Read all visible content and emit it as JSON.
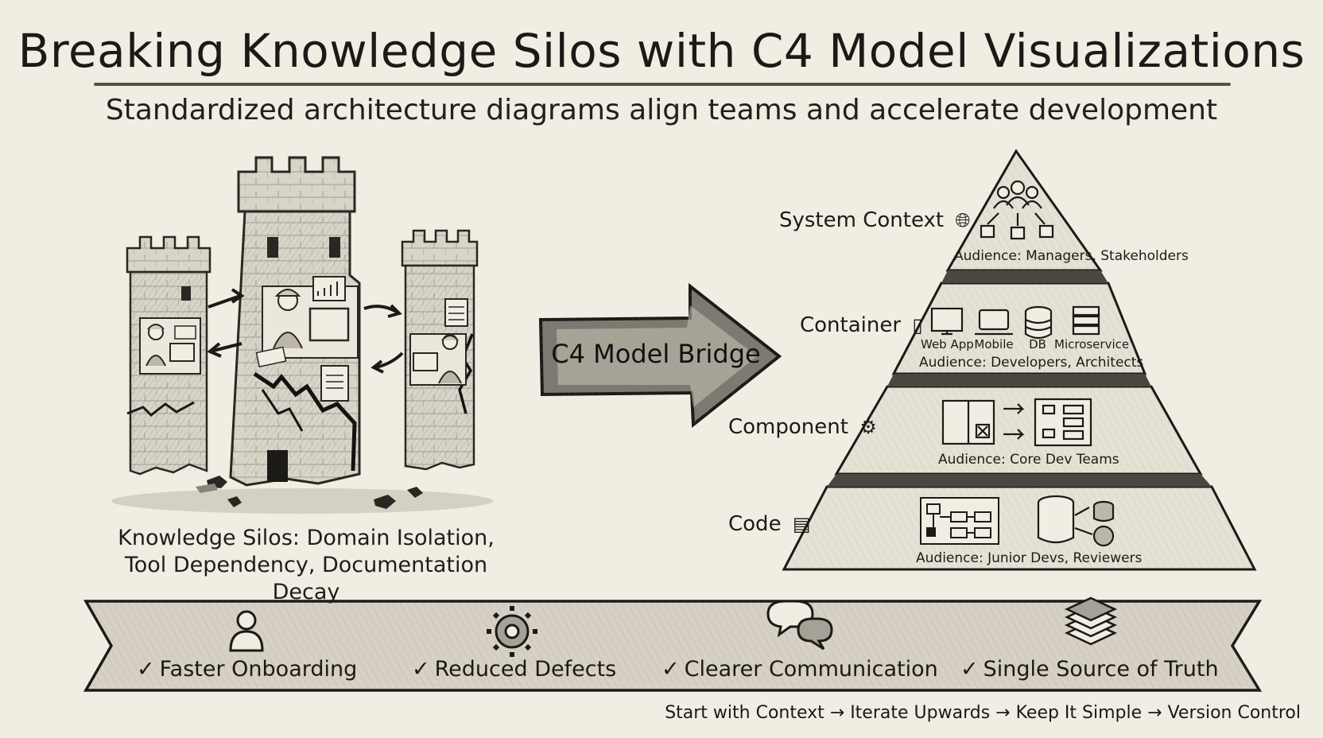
{
  "title": "Breaking Knowledge Silos with C4 Model Visualizations",
  "subtitle": "Standardized architecture diagrams align teams and accelerate development",
  "silos": {
    "caption_line1": "Knowledge Silos: Domain Isolation,",
    "caption_line2": "Tool Dependency, Documentation Decay"
  },
  "bridge": {
    "label": "C4 Model Bridge"
  },
  "pyramid": {
    "levels": [
      {
        "label": "System Context",
        "icon": "globe-icon",
        "audience": "Audience: Managers,  Stakeholders"
      },
      {
        "label": "Container",
        "icon": "container-icon",
        "audience": "Audience: Developers, Architects",
        "items": [
          "Web App",
          "Mobile",
          "DB",
          "Microservice"
        ]
      },
      {
        "label": "Component",
        "icon": "gear-icon",
        "audience": "Audience: Core Dev Teams"
      },
      {
        "label": "Code",
        "icon": "code-file-icon",
        "audience": "Audience: Junior Devs, Reviewers"
      }
    ]
  },
  "benefits": [
    {
      "check": "✓",
      "label": "Faster Onboarding",
      "icon": "person-icon"
    },
    {
      "check": "✓",
      "label": "Reduced Defects",
      "icon": "gear-icon"
    },
    {
      "check": "✓",
      "label": "Clearer Communication",
      "icon": "chat-bubbles-icon"
    },
    {
      "check": "✓",
      "label": "Single Source of Truth",
      "icon": "layers-icon"
    }
  ],
  "footer": "Start with Context → Iterate Upwards → Keep It Simple → Version Control",
  "colors": {
    "paper": "#f1ede3",
    "ink": "#1f1d1a",
    "shade": "#8f8a80"
  }
}
